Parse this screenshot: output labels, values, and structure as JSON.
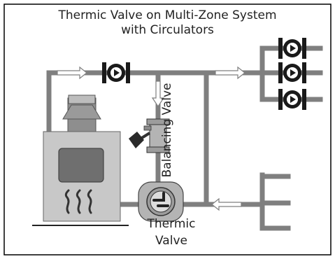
{
  "title_line1": "Thermic Valve on Multi-Zone System",
  "title_line2": "with Circulators",
  "labels": {
    "balancing_valve": "Balancing Valve",
    "thermic_line1": "Thermic",
    "thermic_line2": "Valve"
  },
  "colors": {
    "pipe": "#7f7f7f",
    "boiler": "#c8c8c8",
    "boiler_window": "#6f6f6f",
    "pump_body": "#1a1a1a",
    "valve_body": "#b4b4b4",
    "arrow_fill": "#ffffff",
    "frame": "#000000"
  },
  "icons": [
    "circulator-pump-icon",
    "flow-arrow-icon",
    "flame-icon",
    "balancing-valve-icon",
    "thermic-valve-icon",
    "chimney-icon"
  ]
}
